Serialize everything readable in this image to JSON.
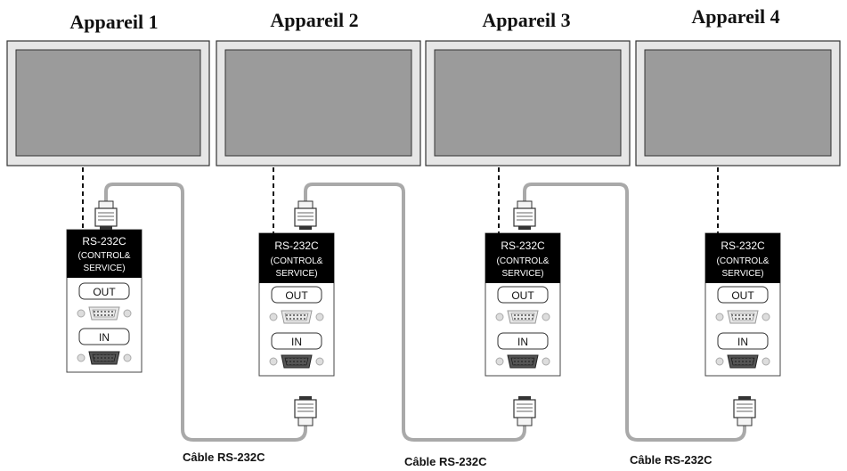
{
  "devices": [
    {
      "title": "Appareil 1",
      "port_title": "RS-232C",
      "port_sub1": "(CONTROL&",
      "port_sub2": "SERVICE)",
      "out_label": "OUT",
      "in_label": "IN"
    },
    {
      "title": "Appareil 2",
      "port_title": "RS-232C",
      "port_sub1": "(CONTROL&",
      "port_sub2": "SERVICE)",
      "out_label": "OUT",
      "in_label": "IN"
    },
    {
      "title": "Appareil 3",
      "port_title": "RS-232C",
      "port_sub1": "(CONTROL&",
      "port_sub2": "SERVICE)",
      "out_label": "OUT",
      "in_label": "IN"
    },
    {
      "title": "Appareil 4",
      "port_title": "RS-232C",
      "port_sub1": "(CONTROL&",
      "port_sub2": "SERVICE)",
      "out_label": "OUT",
      "in_label": "IN"
    }
  ],
  "cables": [
    {
      "label": "Câble RS-232C"
    },
    {
      "label": "Câble RS-232C"
    },
    {
      "label": "Câble RS-232C"
    }
  ],
  "colors": {
    "cable": "#a9a9a9",
    "screen": "#9b9b9b",
    "bezel": "#e6e6e6",
    "panel_head": "#000000"
  }
}
